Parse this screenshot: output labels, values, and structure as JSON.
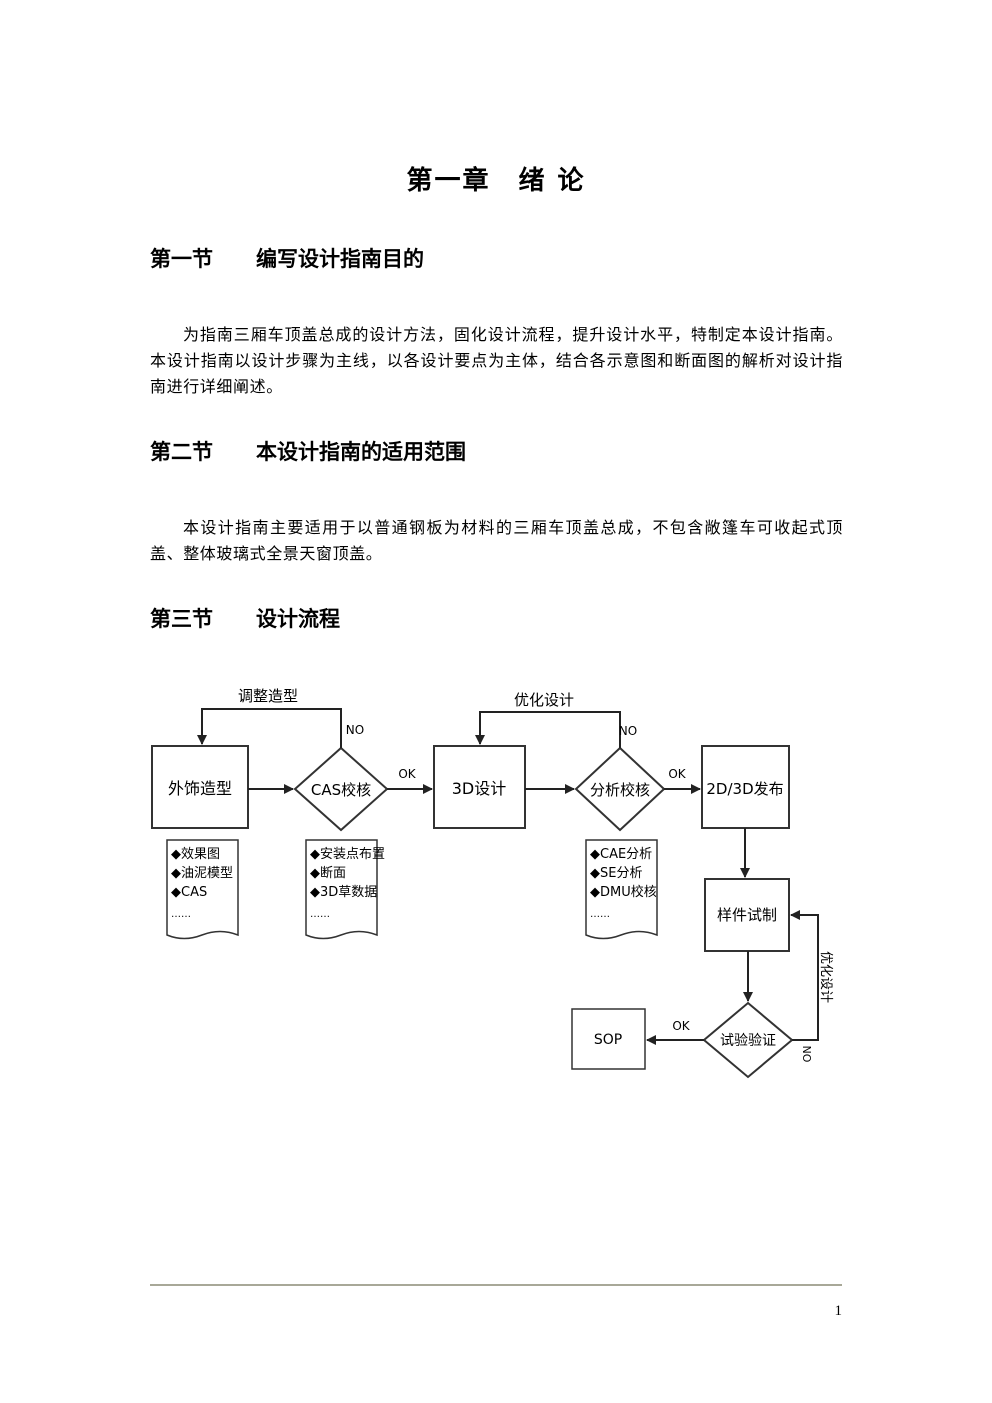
{
  "chapter": {
    "title": "第一章　绪 论"
  },
  "sections": [
    {
      "number": "第一节",
      "title": "编写设计指南目的",
      "body": "为指南三厢车顶盖总成的设计方法，固化设计流程，提升设计水平，特制定本设计指南。本设计指南以设计步骤为主线，以各设计要点为主体，结合各示意图和断面图的解析对设计指南进行详细阐述。"
    },
    {
      "number": "第二节",
      "title": "本设计指南的适用范围",
      "body": "本设计指南主要适用于以普通钢板为材料的三厢车顶盖总成，不包含敞篷车可收起式顶盖、整体玻璃式全景天窗顶盖。"
    },
    {
      "number": "第三节",
      "title": "设计流程"
    }
  ],
  "flowchart": {
    "nodes": {
      "exterior_styling": "外饰造型",
      "cas_check": "CAS校核",
      "design_3d": "3D设计",
      "analysis_check": "分析校核",
      "release": "2D/3D发布",
      "prototype": "样件试制",
      "test_verify": "试验验证",
      "sop": "SOP"
    },
    "loops": {
      "adjust_styling": "调整造型",
      "optimize_design": "优化设计",
      "optimize_design_vertical": "优化设计"
    },
    "edge_labels": {
      "ok": "OK",
      "no": "NO"
    },
    "docs": {
      "exterior": [
        "◆效果图",
        "◆油泥模型",
        "◆CAS",
        "……"
      ],
      "cas": [
        "◆安装点布置",
        "◆断面",
        "◆3D草数据",
        "……"
      ],
      "analysis": [
        "◆CAE分析",
        "◆SE分析",
        "◆DMU校核",
        "……"
      ]
    }
  },
  "footer": {
    "page_number": "1"
  }
}
